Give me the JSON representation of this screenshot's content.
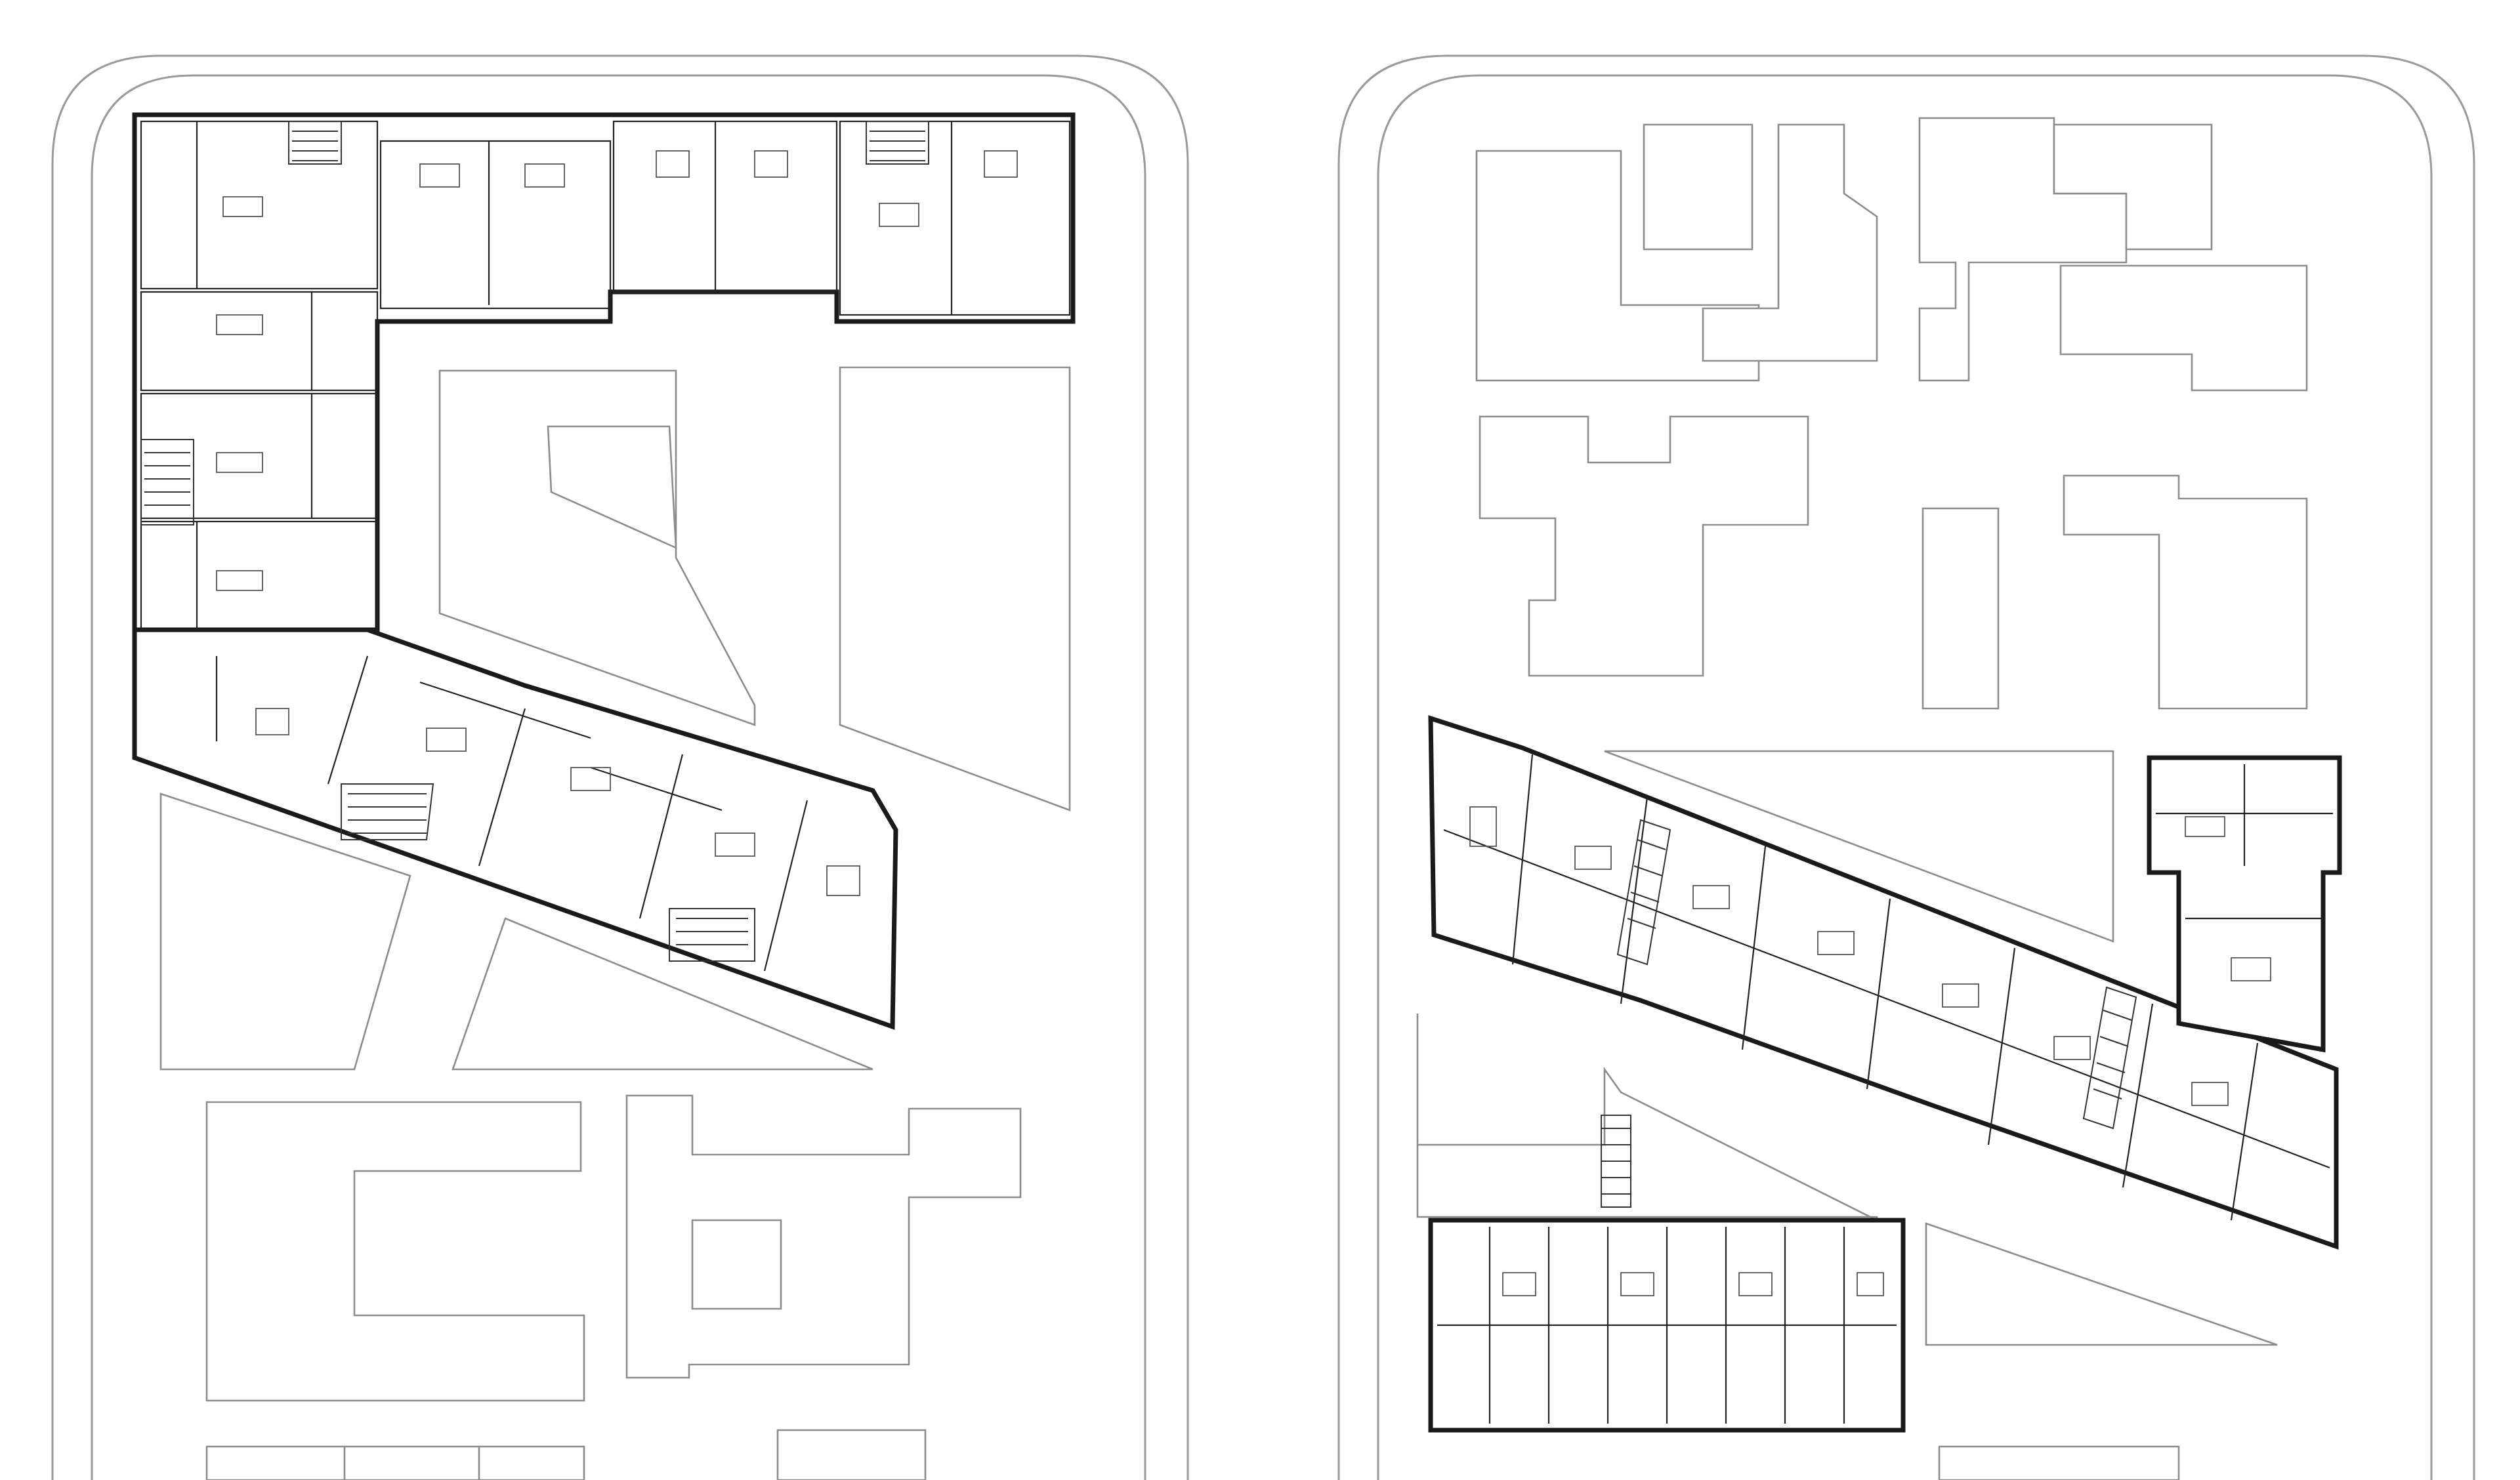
{
  "drawing": {
    "kind": "site-floor-plan",
    "colors": {
      "background": "#ffffff",
      "walls": "#1a1a1a",
      "context": "#8c8c8c",
      "streets": "#9a9a9a"
    },
    "panels": [
      {
        "id": "left",
        "building_shape": "L-shaped block with angled wing"
      },
      {
        "id": "right",
        "building_shape": "angled bar with separate rear block"
      }
    ]
  }
}
